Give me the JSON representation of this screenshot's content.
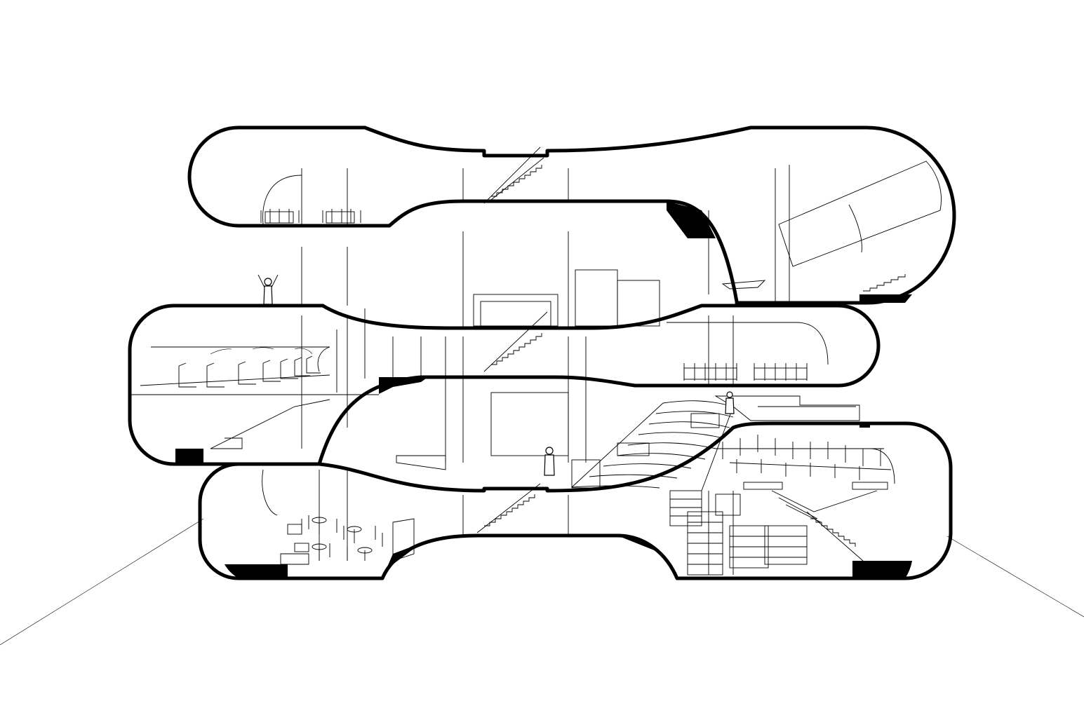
{
  "drawing": {
    "kind": "architectural-section",
    "line_color": "#000000",
    "background": "#ffffff",
    "elements": [
      "section-walls",
      "dining-furniture",
      "treadmills",
      "bleacher-seating",
      "study-tables",
      "bookshelves",
      "staircases",
      "human-figures",
      "perspective-ground-lines"
    ]
  }
}
